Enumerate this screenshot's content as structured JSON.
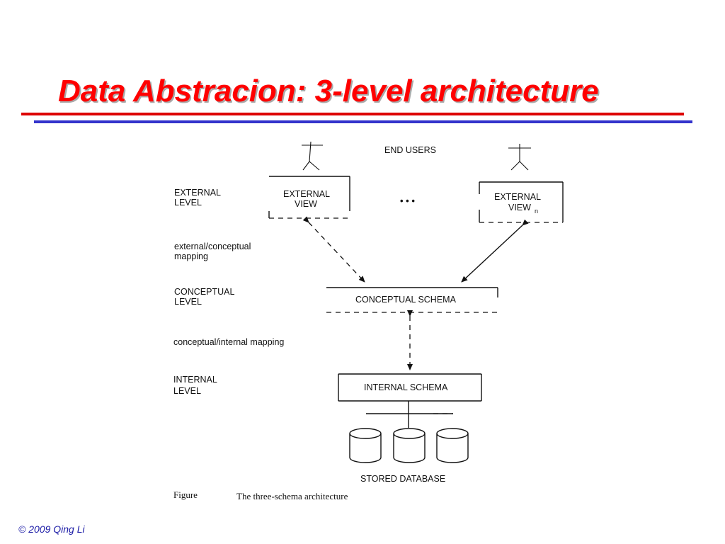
{
  "slide": {
    "title": "Data Abstracion: 3-level architecture",
    "footer": "© 2009  Qing Li"
  },
  "diagram": {
    "end_users": "END USERS",
    "levels": {
      "external": [
        "EXTERNAL",
        "LEVEL"
      ],
      "external_conceptual_mapping": [
        "external/conceptual",
        "mapping"
      ],
      "conceptual": [
        "CONCEPTUAL",
        "LEVEL"
      ],
      "conceptual_internal_mapping": "conceptual/internal mapping",
      "internal": [
        "INTERNAL",
        "LEVEL"
      ]
    },
    "external_view_1": [
      "EXTERNAL",
      "VIEW"
    ],
    "ellipsis": "• • •",
    "external_view_n": [
      "EXTERNAL",
      "VIEW"
    ],
    "external_view_n_subscript": "n",
    "conceptual_schema": "CONCEPTUAL SCHEMA",
    "internal_schema": "INTERNAL SCHEMA",
    "stored_database": "STORED DATABASE",
    "caption_label": "Figure",
    "caption_text": "The three-schema architecture"
  }
}
